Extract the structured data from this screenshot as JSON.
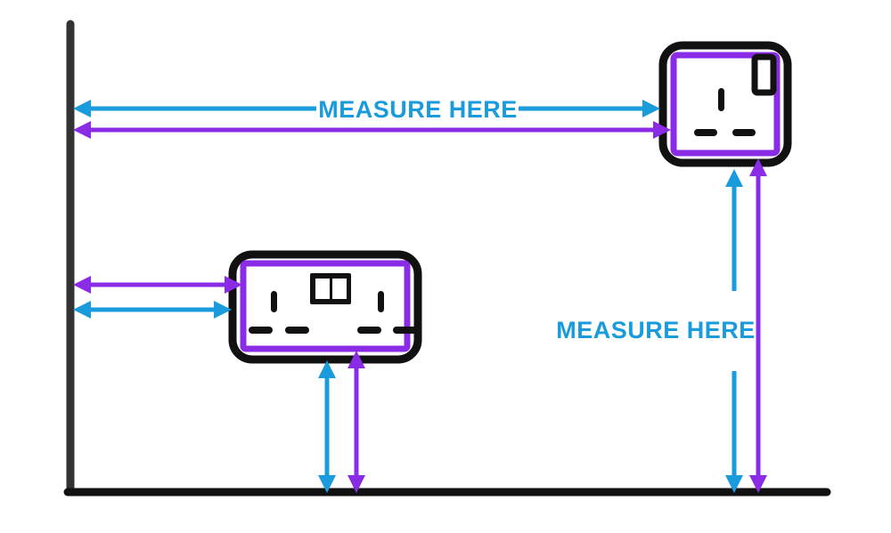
{
  "scene": {
    "title": "Socket mounting height measurement diagram",
    "background_color": "#FFFFFF"
  },
  "colors": {
    "blue": "#1A9BDC",
    "purple": "#8A2BE6",
    "black": "#111111",
    "wall_gray": "#333333",
    "white": "#FFFFFF"
  },
  "labels": {
    "horizontal_measure": "MEASURE HERE",
    "vertical_measure": "MEASURE HERE"
  },
  "structure": {
    "wall_name": "wall-line",
    "floor_name": "floor-line"
  },
  "sockets": {
    "single": {
      "name": "single-socket",
      "type": "single-gang-socket",
      "switch": "rocker-switch-single",
      "earth_pin": "earth-pin-slot",
      "live_pin": "live-pin-slot",
      "neutral_pin": "neutral-pin-slot"
    },
    "double": {
      "name": "double-socket",
      "type": "double-gang-socket",
      "switch": "rocker-switch-double",
      "earth_pin_left": "earth-pin-slot-left",
      "earth_pin_right": "earth-pin-slot-right"
    }
  },
  "arrows": {
    "top_blue": {
      "name": "horizontal-arrow-blue-outer",
      "orientation": "horizontal",
      "color_key": "blue",
      "measures": "wall-to-socket-outer-edge"
    },
    "top_purple": {
      "name": "horizontal-arrow-purple-inner",
      "orientation": "horizontal",
      "color_key": "purple",
      "measures": "wall-to-socket-inner-edge"
    },
    "left_purple": {
      "name": "horizontal-arrow-purple-double-inner",
      "orientation": "horizontal",
      "color_key": "purple",
      "measures": "wall-to-double-socket-inner-edge"
    },
    "left_blue": {
      "name": "horizontal-arrow-blue-double-outer",
      "orientation": "horizontal",
      "color_key": "blue",
      "measures": "wall-to-double-socket-outer-edge"
    },
    "double_vert_blue": {
      "name": "vertical-arrow-blue-double-outer",
      "orientation": "vertical",
      "color_key": "blue",
      "measures": "floor-to-double-socket-outer-edge"
    },
    "double_vert_purple": {
      "name": "vertical-arrow-purple-double-inner",
      "orientation": "vertical",
      "color_key": "purple",
      "measures": "floor-to-double-socket-inner-edge"
    },
    "single_vert_blue": {
      "name": "vertical-arrow-blue-single-outer",
      "orientation": "vertical",
      "color_key": "blue",
      "measures": "floor-to-single-socket-outer-edge"
    },
    "single_vert_purple": {
      "name": "vertical-arrow-purple-single-inner",
      "orientation": "vertical",
      "color_key": "purple",
      "measures": "floor-to-single-socket-inner-edge"
    }
  }
}
